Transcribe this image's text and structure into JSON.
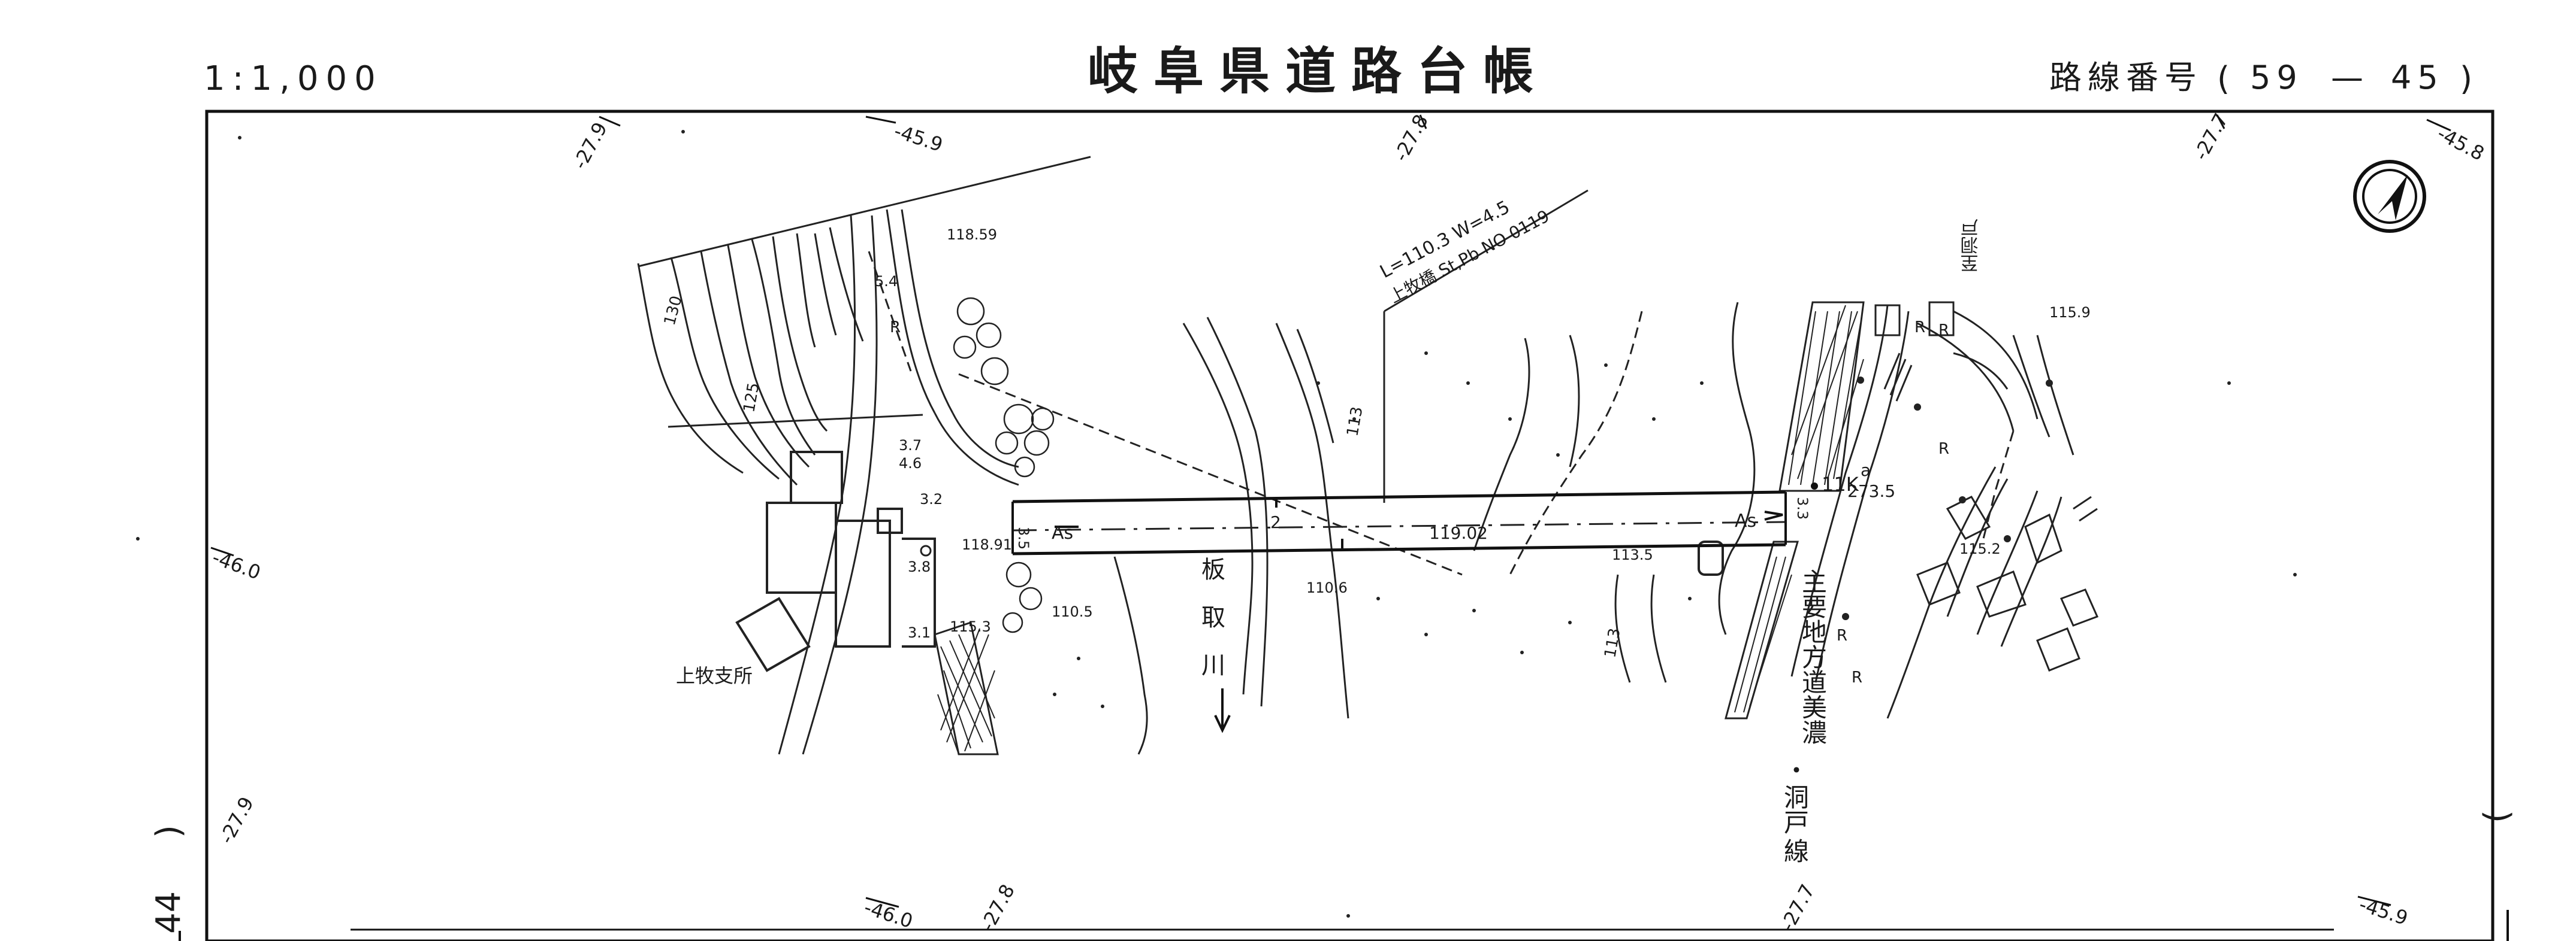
{
  "header": {
    "scale": "1:1,000",
    "title": "岐阜県道路台帳",
    "route_label": "路線番号",
    "route_open": "(",
    "route_number_a": "59",
    "route_dash": "—",
    "route_number_b": "45",
    "route_close": ")"
  },
  "side": {
    "page_number": "44",
    "paren_left": ")",
    "paren_right": "("
  },
  "grid_labels": {
    "top_1": "-27.9",
    "top_2": "-45.9",
    "top_3": "-27.8",
    "top_4": "-27.7",
    "top_5": "-45.8",
    "left_mid": "-46.0",
    "bottom_left": "-27.9",
    "bottom_1": "-46.0",
    "bottom_2": "-27.8",
    "bottom_3": "-27.7",
    "bottom_4": "-45.9"
  },
  "bridge": {
    "spec_line1": "L=110.3  W=4.5",
    "spec_line2": "上牧橋 St,Pb NO 0119",
    "as_left": "As",
    "as_right": "As",
    "elev_mid": "119.02",
    "elev_left": "118.91",
    "span_marker": "2"
  },
  "map_labels": {
    "river_1": "板",
    "river_2": "取",
    "river_3": "川",
    "office": "上牧支所",
    "route_name_1": "主要地方道美濃",
    "route_name_2": "・",
    "route_name_3": "洞戸",
    "route_name_4": "線",
    "destination": "至洞戸",
    "km_post": "11K",
    "km_value": "273.5",
    "km_mark": "a"
  },
  "spot_heights": {
    "h1": "118.59",
    "h2": "115.3",
    "h3": "110.5",
    "h4": "110.6",
    "h5": "113.5",
    "h6": "115.2",
    "h7": "115.9"
  },
  "contours": {
    "c1": "130",
    "c2": "125",
    "c3": "113",
    "c4": "113"
  },
  "widths": {
    "w1": "5.4",
    "w2": "3.7",
    "w3": "4.6",
    "w4": "3.2",
    "w5": "3.8",
    "w6": "3.1",
    "w7": "3.5",
    "w8": "3.3"
  },
  "misc": {
    "r1": "R",
    "r2": "R",
    "r3": "R",
    "r4": "R",
    "r5": "R",
    "r6": "R"
  },
  "north_arrow": "north-arrow"
}
